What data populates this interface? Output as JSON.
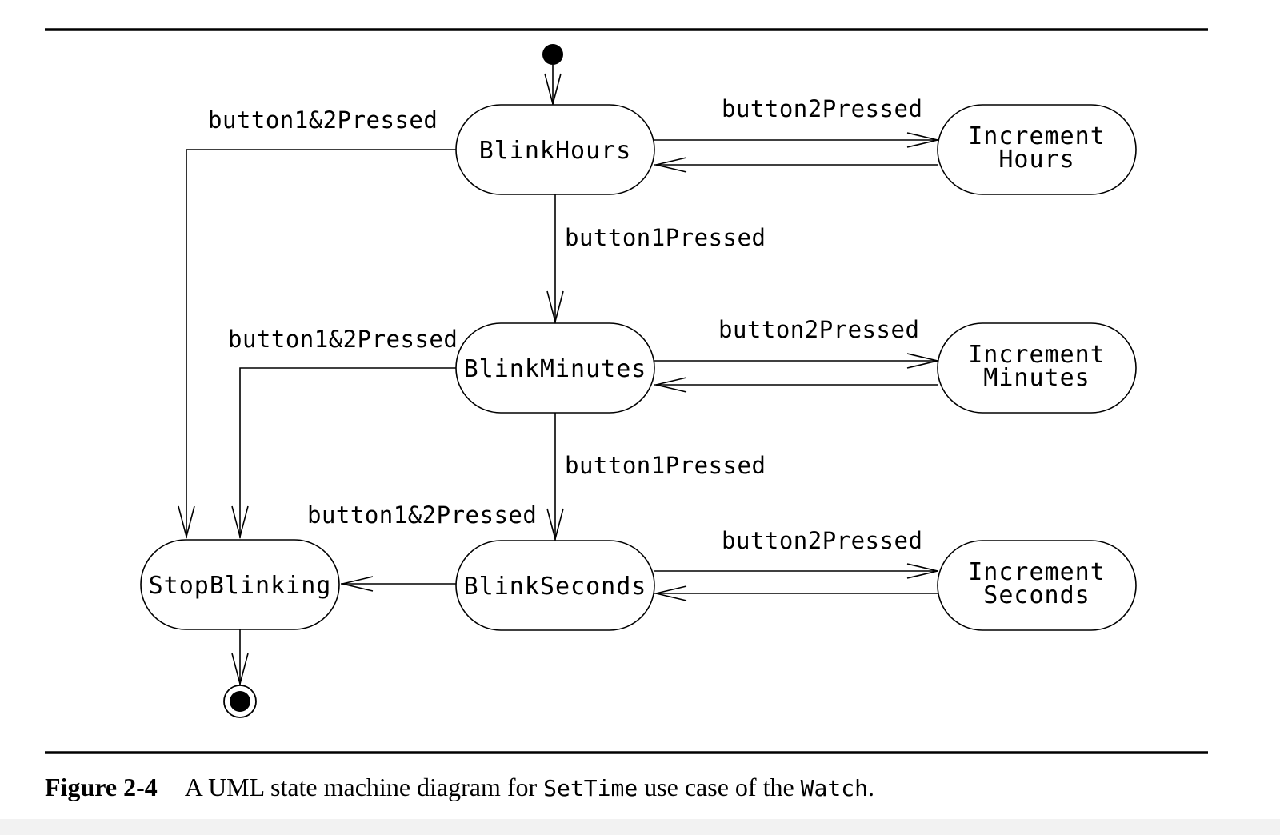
{
  "diagram": {
    "states": {
      "blink_hours": "BlinkHours",
      "blink_minutes": "BlinkMinutes",
      "blink_seconds": "BlinkSeconds",
      "stop_blinking": "StopBlinking",
      "increment_hours": [
        "Increment",
        "Hours"
      ],
      "increment_minutes": [
        "Increment",
        "Minutes"
      ],
      "increment_seconds": [
        "Increment",
        "Seconds"
      ]
    },
    "events": {
      "hours_to_stop": "button1&2Pressed",
      "minutes_to_stop": "button1&2Pressed",
      "seconds_to_stop": "button1&2Pressed",
      "hours_to_minutes": "button1Pressed",
      "minutes_to_seconds": "button1Pressed",
      "hours_increment": "button2Pressed",
      "minutes_increment": "button2Pressed",
      "seconds_increment": "button2Pressed"
    }
  },
  "caption": {
    "figure_label": "Figure 2-4",
    "text_before": "A UML state machine diagram for ",
    "code1": "SetTime",
    "text_middle": " use case of the ",
    "code2": "Watch",
    "text_after": "."
  }
}
